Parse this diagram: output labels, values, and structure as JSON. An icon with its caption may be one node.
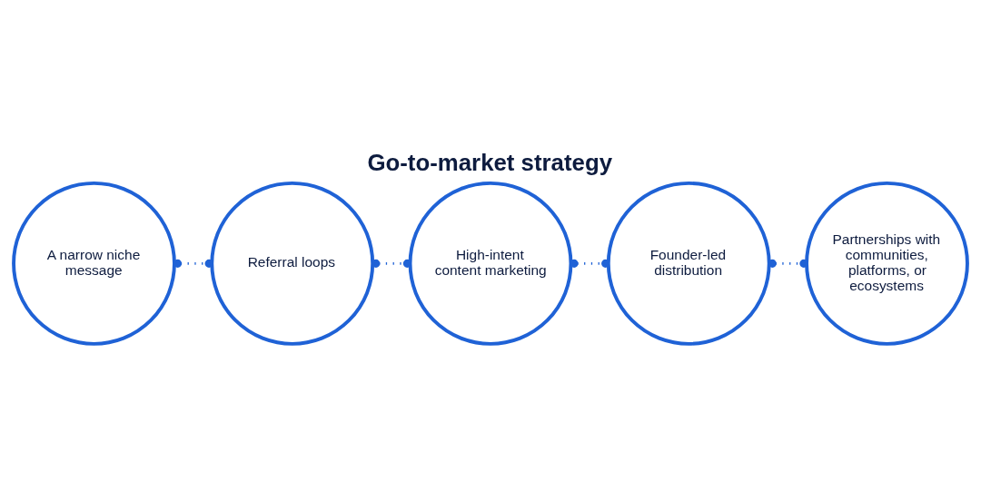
{
  "diagram": {
    "title": "Go-to-market strategy",
    "nodes": [
      {
        "text": [
          "A narrow niche message"
        ]
      },
      {
        "text": [
          "Referral loops"
        ]
      },
      {
        "text": [
          "High-intent content marketing"
        ]
      },
      {
        "text": [
          "Founder-led distribution"
        ]
      },
      {
        "text": [
          "Partnerships with communities, platforms, or ecosystems"
        ]
      }
    ],
    "edges": [
      {
        "from": 0,
        "to": 1,
        "arrow": "other"
      },
      {
        "from": 1,
        "to": 2,
        "arrow": "other"
      },
      {
        "from": 2,
        "to": 3,
        "arrow": "other"
      },
      {
        "from": 3,
        "to": 4,
        "arrow": "other"
      }
    ]
  }
}
